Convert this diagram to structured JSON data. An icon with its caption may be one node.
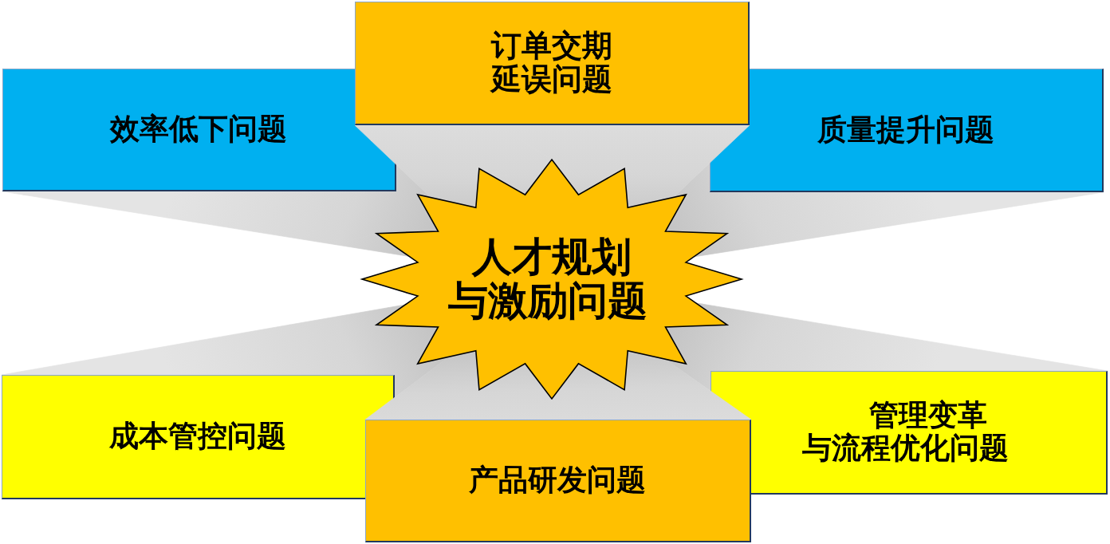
{
  "diagram": {
    "nodes": [
      {
        "text": [
          "订单交期延误问题"
        ]
      },
      {
        "text": [
          "效率低下问题"
        ]
      },
      {
        "text": [
          "质量提升问题"
        ]
      },
      {
        "text": [
          "人才规划与激励问题"
        ]
      },
      {
        "text": [
          "成本管控问题"
        ]
      },
      {
        "text": [
          "产品研发问题"
        ]
      },
      {
        "text": [
          "管理变革与流程优化问题"
        ]
      }
    ],
    "edges": [
      {
        "from": 0,
        "to": 3,
        "arrow": "none"
      },
      {
        "from": 1,
        "to": 3,
        "arrow": "none"
      },
      {
        "from": 2,
        "to": 3,
        "arrow": "none"
      },
      {
        "from": 4,
        "to": 3,
        "arrow": "none"
      },
      {
        "from": 5,
        "to": 3,
        "arrow": "none"
      },
      {
        "from": 6,
        "to": 3,
        "arrow": "none"
      }
    ]
  }
}
